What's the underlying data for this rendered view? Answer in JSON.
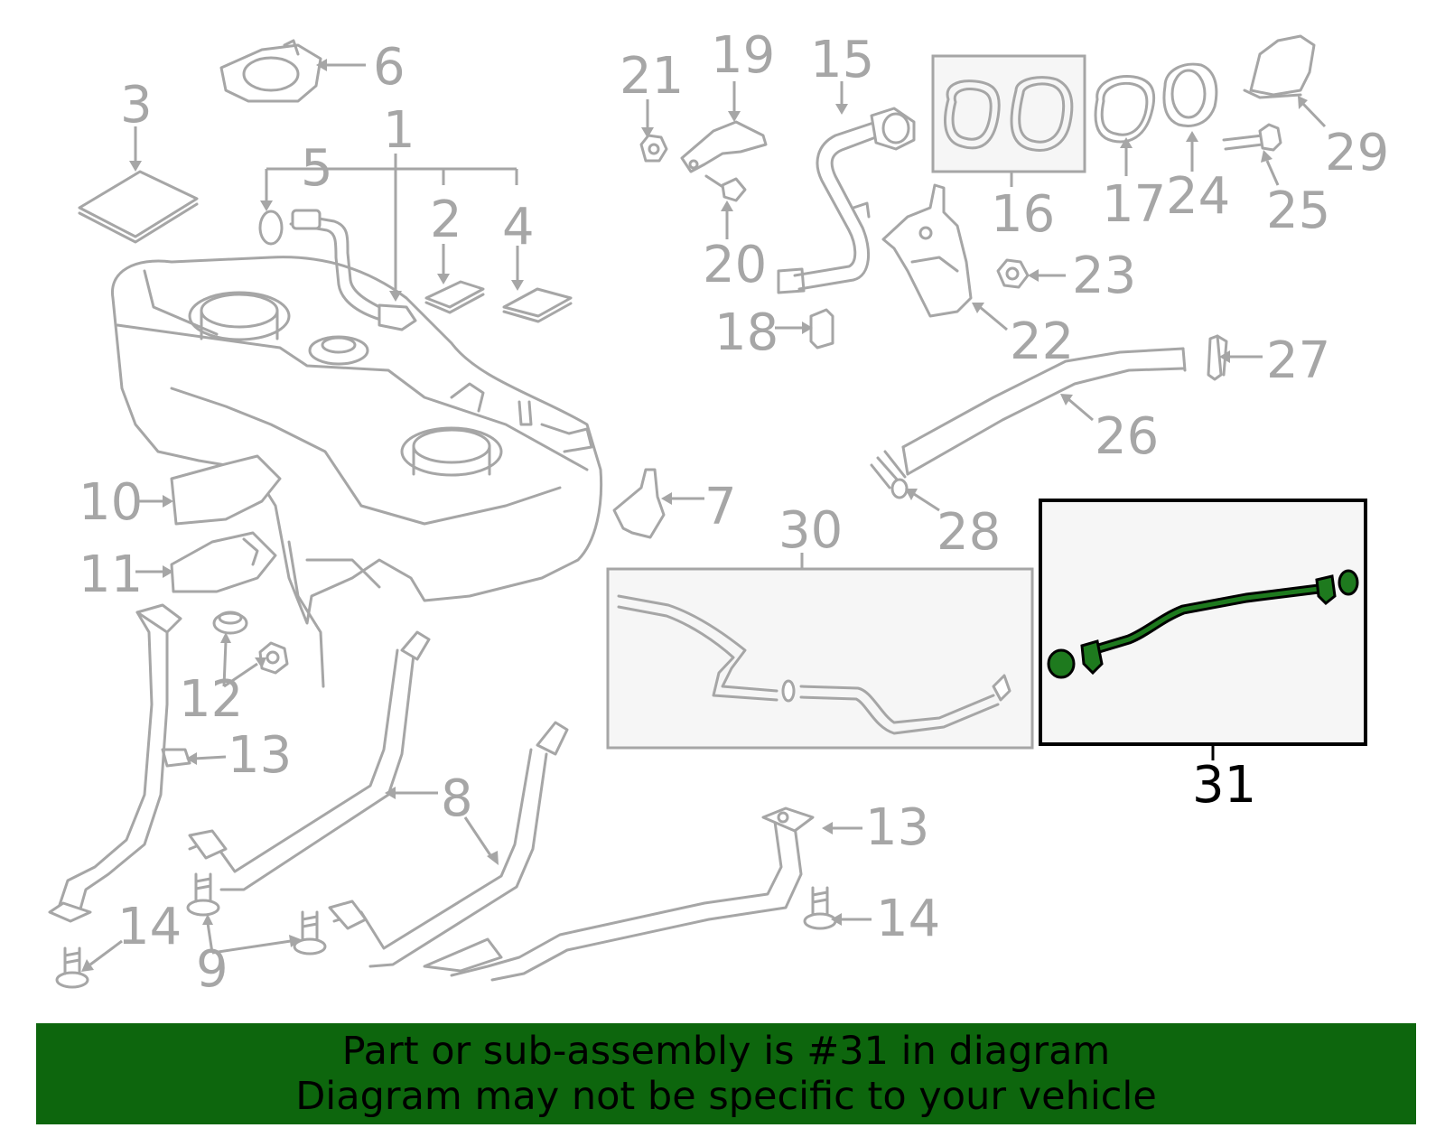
{
  "callouts": {
    "c1": "1",
    "c2": "2",
    "c3": "3",
    "c4": "4",
    "c5": "5",
    "c6": "6",
    "c7": "7",
    "c8": "8",
    "c9": "9",
    "c10": "10",
    "c11": "11",
    "c12": "12",
    "c13a": "13",
    "c13b": "13",
    "c14a": "14",
    "c14b": "14",
    "c15": "15",
    "c16": "16",
    "c17": "17",
    "c18": "18",
    "c19": "19",
    "c20": "20",
    "c21": "21",
    "c22": "22",
    "c23": "23",
    "c24": "24",
    "c25": "25",
    "c26": "26",
    "c27": "27",
    "c28": "28",
    "c29": "29",
    "c30": "30",
    "c31": "31"
  },
  "highlighted_part": "31",
  "banner": {
    "line1": "Part or sub-assembly is #31 in diagram",
    "line2": "Diagram may not be specific to your vehicle"
  },
  "colors": {
    "line_art": "#a6a6a6",
    "highlight": "#1e7a1e",
    "banner_background": "#0d660d",
    "banner_text": "#000000"
  }
}
